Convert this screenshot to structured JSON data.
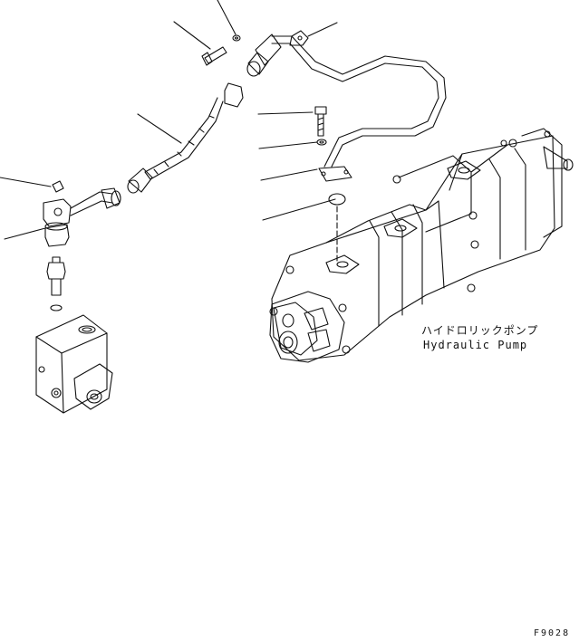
{
  "labels": {
    "pump_jp": "ハイドロリックポンプ",
    "pump_en": "Hydraulic Pump",
    "figure_code": "F9028"
  }
}
